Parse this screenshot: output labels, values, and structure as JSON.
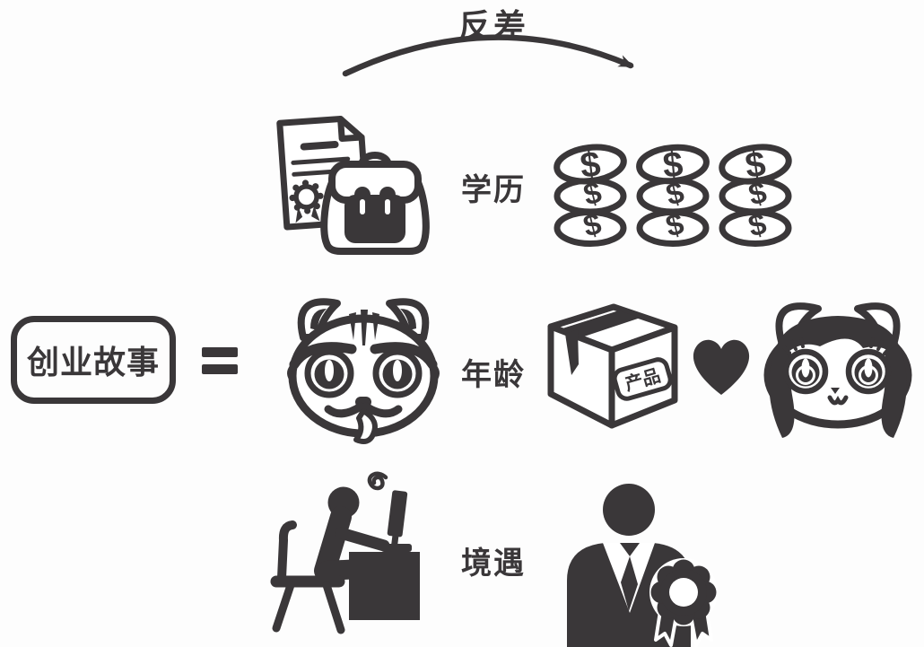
{
  "colors": {
    "ink": "#3a3739",
    "background": "#fdfdfd"
  },
  "header": {
    "contrast_label": "反差",
    "arrow_icon": "curved-arc-arrow-right"
  },
  "equation": {
    "subject": "创业故事",
    "equals_sign": "="
  },
  "rows": [
    {
      "label": "学历",
      "left_icon": "diploma-and-school-bag",
      "right_icon": "three-stacks-of-dollar-coins"
    },
    {
      "label": "年龄",
      "left_icon": "old-cat-face",
      "right_icon": "product-box-heart-young-cat-girl",
      "box_label": "产品"
    },
    {
      "label": "境遇",
      "left_icon": "frustrated-worker-at-desk",
      "right_icon": "businessman-with-award-rosette"
    }
  ],
  "symbols": {
    "dollar": "$"
  }
}
